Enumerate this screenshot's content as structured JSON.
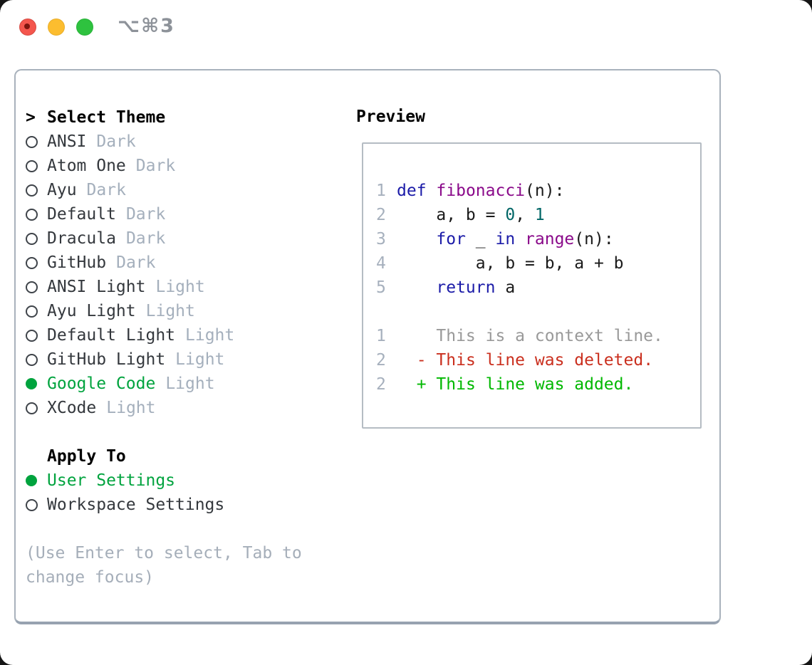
{
  "window": {
    "title": "⌥⌘3"
  },
  "traffic_lights": {
    "close": "close-button",
    "minimize": "minimize-button",
    "zoom": "zoom-button"
  },
  "theme_list": {
    "prompt": ">",
    "title": "Select Theme",
    "items": [
      {
        "name": "ANSI",
        "variant": "Dark",
        "selected": false
      },
      {
        "name": "Atom One",
        "variant": "Dark",
        "selected": false
      },
      {
        "name": "Ayu",
        "variant": "Dark",
        "selected": false
      },
      {
        "name": "Default",
        "variant": "Dark",
        "selected": false
      },
      {
        "name": "Dracula",
        "variant": "Dark",
        "selected": false
      },
      {
        "name": "GitHub",
        "variant": "Dark",
        "selected": false
      },
      {
        "name": "ANSI Light",
        "variant": "Light",
        "selected": false
      },
      {
        "name": "Ayu Light",
        "variant": "Light",
        "selected": false
      },
      {
        "name": "Default Light",
        "variant": "Light",
        "selected": false
      },
      {
        "name": "GitHub Light",
        "variant": "Light",
        "selected": false
      },
      {
        "name": "Google Code",
        "variant": "Light",
        "selected": true
      },
      {
        "name": "XCode",
        "variant": "Light",
        "selected": false
      }
    ]
  },
  "apply_to": {
    "title": "Apply To",
    "options": [
      {
        "label": "User Settings",
        "selected": true
      },
      {
        "label": "Workspace Settings",
        "selected": false
      }
    ]
  },
  "hint": "(Use Enter to select, Tab to change focus)",
  "preview": {
    "title": "Preview",
    "lines": [
      {
        "num": "1",
        "segments": [
          {
            "t": "def",
            "c": "sk"
          },
          {
            "t": " "
          },
          {
            "t": "fibonacci",
            "c": "sf"
          },
          {
            "t": "(n):"
          }
        ]
      },
      {
        "num": "2",
        "segments": [
          {
            "t": "    a, b = "
          },
          {
            "t": "0",
            "c": "sl"
          },
          {
            "t": ", "
          },
          {
            "t": "1",
            "c": "sl"
          }
        ]
      },
      {
        "num": "3",
        "segments": [
          {
            "t": "    "
          },
          {
            "t": "for",
            "c": "sk"
          },
          {
            "t": " _ "
          },
          {
            "t": "in",
            "c": "sk"
          },
          {
            "t": " "
          },
          {
            "t": "range",
            "c": "sf"
          },
          {
            "t": "(n):"
          }
        ]
      },
      {
        "num": "4",
        "segments": [
          {
            "t": "        a, b = b, a + b"
          }
        ]
      },
      {
        "num": "5",
        "segments": [
          {
            "t": "    "
          },
          {
            "t": "return",
            "c": "sk"
          },
          {
            "t": " a"
          }
        ]
      },
      {
        "num": "",
        "segments": []
      },
      {
        "num": "1",
        "segments": [
          {
            "t": "    This is a context line.",
            "c": "sc"
          }
        ]
      },
      {
        "num": "2",
        "segments": [
          {
            "t": "  "
          },
          {
            "t": "- This line was deleted.",
            "c": "sd"
          }
        ]
      },
      {
        "num": "2",
        "segments": [
          {
            "t": "  "
          },
          {
            "t": "+ This line was added.",
            "c": "sa"
          }
        ]
      }
    ]
  },
  "colors": {
    "selected_green": "#00a33e",
    "added_green": "#00b800",
    "deleted_red": "#ca2f1e",
    "keyword_blue": "#1b1ba8",
    "function_purple": "#8a0a8a",
    "literal_teal": "#006666",
    "line_number_gray": "#a6b0bd",
    "context_gray": "#999999",
    "traffic_red": "#f4564d",
    "traffic_yellow": "#fcbd2f",
    "traffic_green": "#2ec23f"
  }
}
